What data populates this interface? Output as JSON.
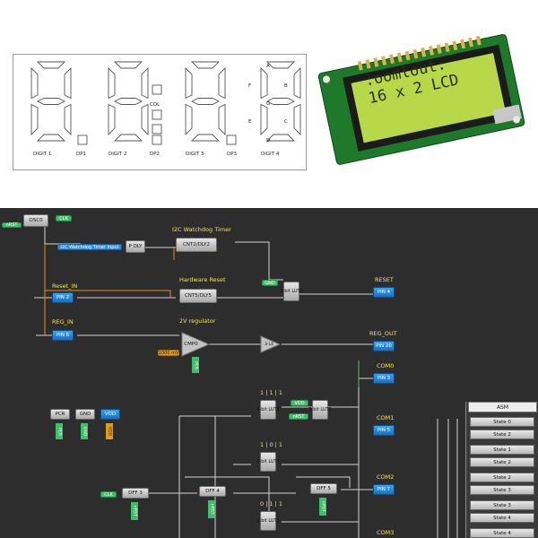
{
  "seven_segment": {
    "digit_labels": [
      "DIGIT 1",
      "DP1",
      "DIGIT 2",
      "DP2",
      "DIGIT 3",
      "DP3",
      "DIGIT 4"
    ],
    "colon_label": "COL",
    "segment_letters": [
      "A",
      "B",
      "C",
      "D",
      "E",
      "F",
      "G"
    ]
  },
  "lcd": {
    "line1": ":oomlout:",
    "line2": "16 x 2 LCD",
    "screen_color": "#b8d84a",
    "board_color": "#1e7a2a"
  },
  "schematic": {
    "blocks": {
      "osc": "OSC0",
      "pdly": "P DLY",
      "cnt2": "CNT2/DLY2",
      "cnt5": "CNT5/DLY5",
      "cmp0": "CMP0",
      "dff3": "DFF 3",
      "dff4": "DFF 4",
      "dff5": "DFF 5",
      "lut_3bit_0": "3-bit LUT0",
      "lut_3bit_top": "3-bit LUT5",
      "lut_3bit_1": "3-bit LUT2",
      "lut_3bit_2": "3-bit LUT1",
      "lut_3bit_3": "3-bit LUT3",
      "lut_2bit": "3-bit LUT4",
      "inverter": "3-L4",
      "pcr": "PCR",
      "gnd": "GND",
      "vdd": "VDD"
    },
    "pins": {
      "pin2": "PIN 2",
      "pin4": "PIN 4",
      "pin6": "PIN 6",
      "pin20": "PIN 20",
      "pin3": "PIN 3",
      "pin5": "PIN 5",
      "pin7": "PIN 7"
    },
    "labels": {
      "i2c_watchdog": "I2C Watchdog Timer",
      "hardware_reset": "Hardware Reset",
      "reset_in": "Reset_IN",
      "reset": "RESET",
      "reg_in": "REG_IN",
      "reg_out": "REG_OUT",
      "regulator": "2V regulator",
      "com0": "COM0",
      "com1": "COM1",
      "com2": "COM2",
      "com3": "COM3"
    },
    "flags": {
      "clk": "CLK",
      "nrst": "nRST",
      "i2c_input": "I2C Watchdog Timer Input",
      "gnd_flag": "GND",
      "vdd_flag": "VDD",
      "mv": "1000 mV",
      "pcr_flag": "PCR",
      "gnd_v": "GND",
      "vdd_v": "VDD"
    },
    "lut_values": {
      "lut_a": "1 | 1 | 1",
      "lut_b": "1 | 0 | 1",
      "lut_c": "0 | 1 | 1"
    }
  },
  "asm": {
    "title": "ASM",
    "states": [
      "State 0",
      "State 2",
      "State 1",
      "State 2",
      "State 2",
      "State 3",
      "State 3",
      "State 4",
      "State 4"
    ]
  }
}
